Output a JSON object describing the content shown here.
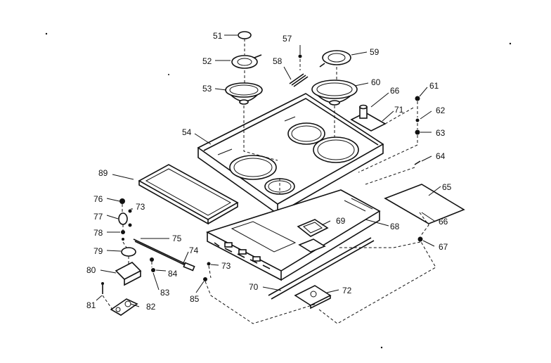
{
  "labels": {
    "p51": "51",
    "p52": "52",
    "p53": "53",
    "p54": "54",
    "p57": "57",
    "p58": "58",
    "p59": "59",
    "p60": "60",
    "p61": "61",
    "p62": "62",
    "p63": "63",
    "p64": "64",
    "p65": "65",
    "p66a": "66",
    "p66b": "66",
    "p67": "67",
    "p68": "68",
    "p69": "69",
    "p70": "70",
    "p71": "71",
    "p72": "72",
    "p73a": "73",
    "p73b": "73",
    "p74": "74",
    "p75": "75",
    "p76": "76",
    "p77": "77",
    "p78": "78",
    "p79": "79",
    "p80": "80",
    "p81": "81",
    "p82": "82",
    "p83": "83",
    "p84": "84",
    "p85": "85",
    "p89": "89"
  }
}
